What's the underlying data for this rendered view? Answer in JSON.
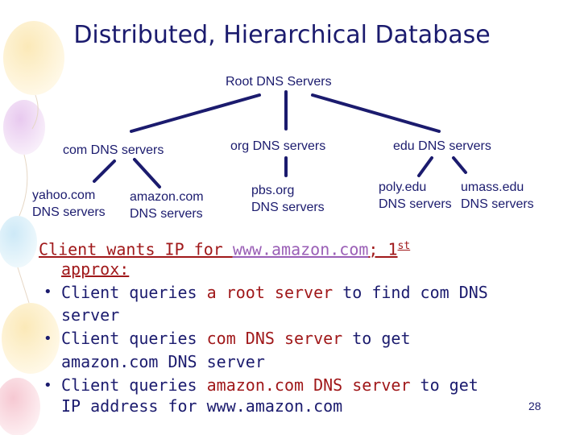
{
  "title": "Distributed, Hierarchical Database",
  "nodes": {
    "root": "Root DNS Servers",
    "com": "com DNS servers",
    "org": "org DNS servers",
    "edu": "edu DNS servers",
    "yahoo_1": "yahoo.com",
    "yahoo_2": "DNS servers",
    "amazon_1": "amazon.com",
    "amazon_2": "DNS servers",
    "pbs_1": "pbs.org",
    "pbs_2": "DNS servers",
    "poly_1": "poly.edu",
    "poly_2": "DNS servers",
    "umass_1": "umass.edu",
    "umass_2": "DNS servers"
  },
  "client": {
    "intro_prefix": "Client wants IP for ",
    "intro_link": "www.amazon.com",
    "intro_suffix": "; 1",
    "intro_sup": "st",
    "intro_line2": "approx:",
    "b1_a": "Client queries ",
    "b1_b": "a root server",
    "b1_c": " to find com DNS",
    "b1_d": "server",
    "b2_a": "Client queries ",
    "b2_b": "com DNS server",
    "b2_c": " to get",
    "b2_d": "amazon.com DNS server",
    "b3_a": "Client queries ",
    "b3_b": "amazon.com DNS server",
    "b3_c": " to get",
    "b3_d": "IP address for www.amazon.com"
  },
  "page_number": "28",
  "colors": {
    "text": "#1b1b6e",
    "highlight": "#a0181a",
    "link": "#9a5fb6"
  }
}
